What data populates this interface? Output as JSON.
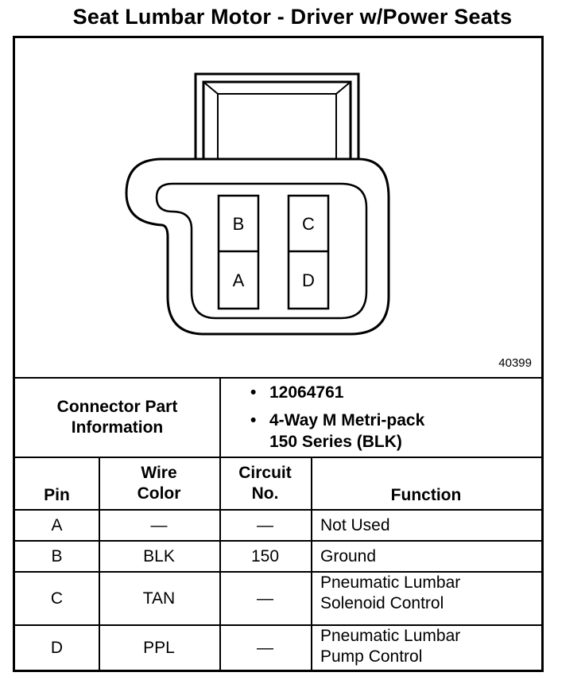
{
  "title": "Seat Lumbar Motor - Driver w/Power Seats",
  "figure_number": "40399",
  "pins_drawn": [
    "B",
    "C",
    "A",
    "D"
  ],
  "connector_info": {
    "label_line1": "Connector Part",
    "label_line2": "Information",
    "part_number": "12064761",
    "desc_line1": "4-Way M Metri-pack",
    "desc_line2": "150 Series (BLK)",
    "bullet": "•"
  },
  "table": {
    "headers": {
      "pin": "Pin",
      "wire_color_1": "Wire",
      "wire_color_2": "Color",
      "circuit_1": "Circuit",
      "circuit_2": "No.",
      "function": "Function"
    },
    "rows": [
      {
        "pin": "A",
        "wire": "—",
        "circuit": "—",
        "function_1": "Not Used",
        "function_2": ""
      },
      {
        "pin": "B",
        "wire": "BLK",
        "circuit": "150",
        "function_1": "Ground",
        "function_2": ""
      },
      {
        "pin": "C",
        "wire": "TAN",
        "circuit": "—",
        "function_1": "Pneumatic Lumbar",
        "function_2": "Solenoid Control"
      },
      {
        "pin": "D",
        "wire": "PPL",
        "circuit": "—",
        "function_1": "Pneumatic Lumbar",
        "function_2": "Pump Control"
      }
    ]
  }
}
